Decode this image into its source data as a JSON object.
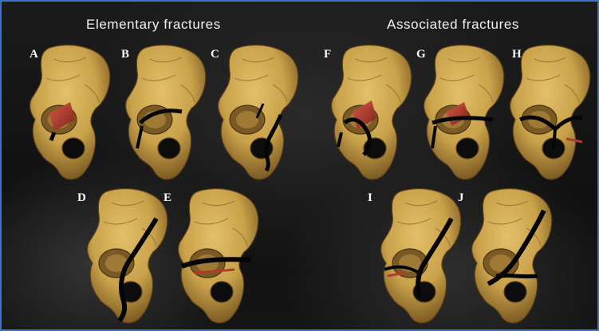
{
  "headings": {
    "elementary": "Elementary fractures",
    "associated": "Associated fractures"
  },
  "colors": {
    "background": "#141414",
    "frame_border": "#3a73c8",
    "bone_fill": "#c9a24a",
    "bone_shadow": "#6e4e1c",
    "fracture_line": "#050505",
    "cartilage_red": "#b23a2e"
  },
  "panels": [
    {
      "label": "A",
      "group": "elementary"
    },
    {
      "label": "B",
      "group": "elementary"
    },
    {
      "label": "C",
      "group": "elementary"
    },
    {
      "label": "D",
      "group": "elementary"
    },
    {
      "label": "E",
      "group": "elementary"
    },
    {
      "label": "F",
      "group": "associated"
    },
    {
      "label": "G",
      "group": "associated"
    },
    {
      "label": "H",
      "group": "associated"
    },
    {
      "label": "I",
      "group": "associated"
    },
    {
      "label": "J",
      "group": "associated"
    }
  ]
}
